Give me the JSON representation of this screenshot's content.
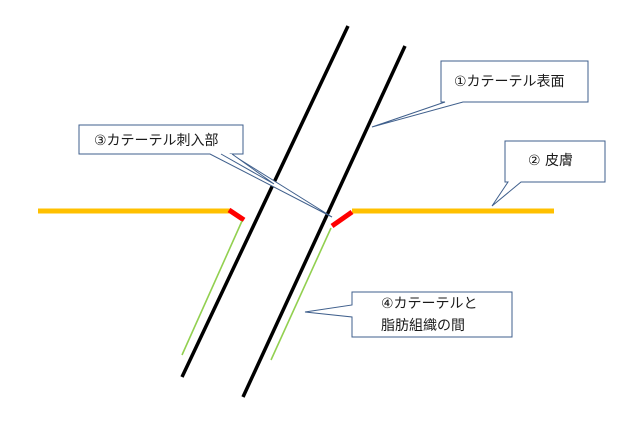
{
  "callouts": {
    "catheter_surface": "①カテーテル表面",
    "catheter_insertion": "③カテーテル刺入部",
    "skin": "② 皮膚",
    "between_line1": "④カテーテルと",
    "between_line2": "脂肪組織の間"
  },
  "colors": {
    "skin": "#FFC000",
    "insertion": "#FF0000",
    "tissue_gap": "#92D050",
    "catheter": "#000000",
    "callout_border": "#3F5F8C",
    "callout_fill": "#FFFFFF"
  }
}
